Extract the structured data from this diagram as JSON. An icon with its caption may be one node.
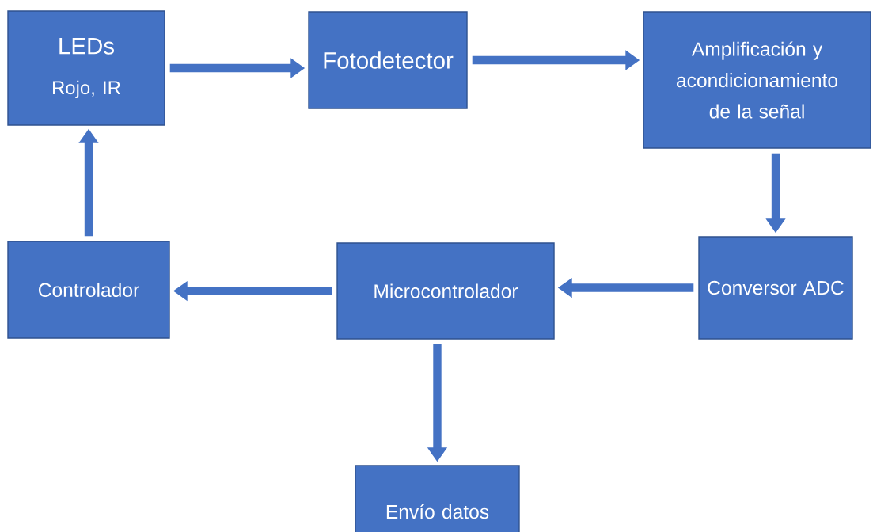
{
  "diagram": {
    "nodes": [
      {
        "text": [
          "LEDs",
          "Rojo, IR"
        ]
      },
      {
        "text": [
          "Fotodetector"
        ]
      },
      {
        "text": [
          "Amplificación y acondicionamiento de la señal"
        ]
      },
      {
        "text": [
          "Conversor ADC"
        ]
      },
      {
        "text": [
          "Microcontrolador"
        ]
      },
      {
        "text": [
          "Controlador"
        ]
      },
      {
        "text": [
          "Envío datos"
        ]
      }
    ],
    "edges": [
      {
        "from": 0,
        "to": 1,
        "arrow": "to"
      },
      {
        "from": 1,
        "to": 2,
        "arrow": "to"
      },
      {
        "from": 2,
        "to": 3,
        "arrow": "to"
      },
      {
        "from": 3,
        "to": 4,
        "arrow": "to"
      },
      {
        "from": 4,
        "to": 5,
        "arrow": "to"
      },
      {
        "from": 5,
        "to": 0,
        "arrow": "to"
      },
      {
        "from": 4,
        "to": 6,
        "arrow": "to"
      }
    ]
  }
}
